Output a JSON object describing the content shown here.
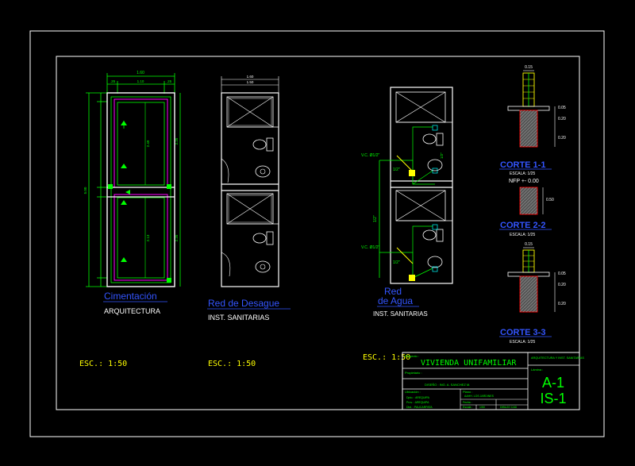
{
  "colors": {
    "background": "#000000",
    "border": "#ffffff",
    "walls": "#ffffff",
    "dimension": "#00ff00",
    "magenta": "#ff00ff",
    "blue_title": "#3355ff",
    "yellow": "#ffff00",
    "cyan": "#00ffff",
    "red": "#ff0000"
  },
  "views": {
    "cimentacion": {
      "title": "Cimentación",
      "subtitle": "ARQUITECTURA",
      "scale": "ESC.: 1:50"
    },
    "desague": {
      "title": "Red de Desague",
      "subtitle": "INST. SANITARIAS",
      "scale": "ESC.: 1:50"
    },
    "agua": {
      "title_line1": "Red",
      "title_line2": "de Agua",
      "subtitle": "INST. SANITARIAS",
      "scale": "ESC.: 1:50"
    }
  },
  "dims": {
    "cim_top_total": "1.60",
    "cim_top_a": ".25",
    "cim_top_b": "1.10",
    "cim_top_c": ".25",
    "cim_left_total": "5.00",
    "cim_mid_a": "2.49",
    "cim_mid_b": "2.13",
    "cim_right_a": "2.25",
    "cim_right_b": "2.25",
    "des_top_a": "1.60",
    "des_top_b": "1.50"
  },
  "water": {
    "vc1": "V.C. Ø1/2\"",
    "vc2": "V.C. Ø1/2\"",
    "pipe_a": "1/2\"",
    "pipe_b": "1/2\"",
    "pipe_c": "1/2\"",
    "pipe_d": "1/2\""
  },
  "cortes": {
    "c1": {
      "title": "CORTE 1-1",
      "escala": "ESCALA: 1/25",
      "npt": "NFP +- 0.00",
      "w": "0.15",
      "d1": "0.05",
      "d2": "0.20",
      "d3": "0.20"
    },
    "c2": {
      "title": "CORTE 2-2",
      "escala": "ESCALA: 1/25",
      "d1": "0.50"
    },
    "c3": {
      "title": "CORTE 3-3",
      "escala": "ESCALA: 1/25",
      "w": "0.15",
      "d1": "0.05",
      "d2": "0.20",
      "d3": "0.20"
    }
  },
  "title_block": {
    "proyecto_label": "Proyecto :",
    "proyecto": "VIVIENDA UNIFAMILIAR",
    "propietario_label": "Propietario :",
    "plano_label": "Plano :",
    "plano_text": "ARQUITECTURA Y INST. SANITARIAS",
    "lamina_label": "Lámina :",
    "sheet_a": "A-1",
    "sheet_b": "IS-1",
    "proyectista": "DISEÑO : ING. A. SANCHEZ M.",
    "ubicacion_label": "Ubicación :",
    "ubicacion": "AAHH. LOS JARDINES",
    "depto": "Dpto. : AREQUIPA",
    "prov": "Prov. : AREQUIPA",
    "dist": "Dist. : PAUCARPATA",
    "fecha_label": "Fecha :",
    "escala_label": "Escala :",
    "escala": "1/50",
    "dibujo": "DIBUJO CAD"
  }
}
